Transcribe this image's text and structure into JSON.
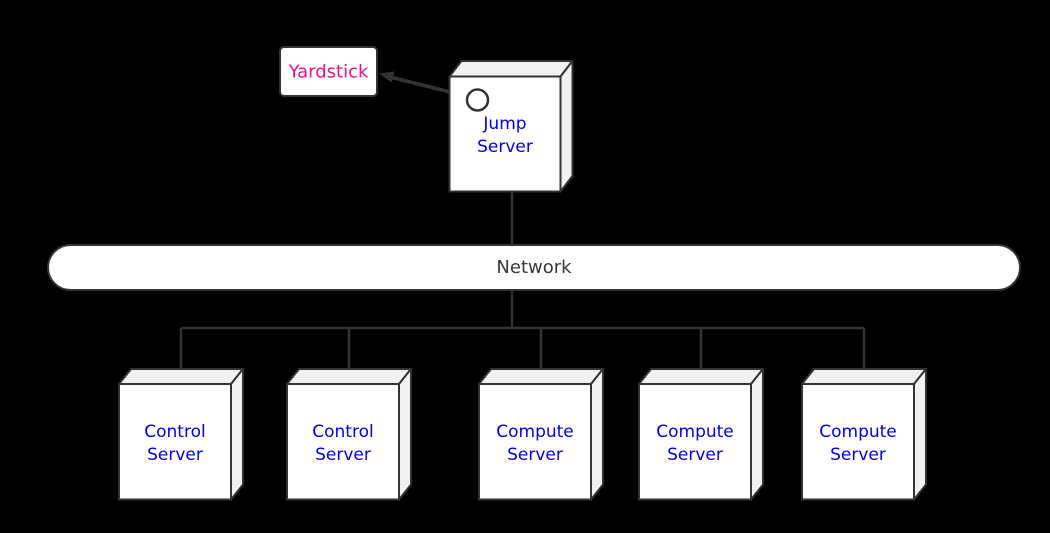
{
  "diagram": {
    "background": "#000000",
    "colors": {
      "outline": "#333333",
      "box_face": "#ffffff",
      "box_shade": "#f1f1f1",
      "server_label": "#0000e6",
      "yardstick_label": "#ee1289",
      "network_label": "#383838"
    },
    "yardstick": {
      "label": "Yardstick"
    },
    "jump_server": {
      "label_line1": "Jump",
      "label_line2": "Server"
    },
    "network": {
      "label": "Network"
    },
    "servers": [
      {
        "label_line1": "Control",
        "label_line2": "Server"
      },
      {
        "label_line1": "Control",
        "label_line2": "Server"
      },
      {
        "label_line1": "Compute",
        "label_line2": "Server"
      },
      {
        "label_line1": "Compute",
        "label_line2": "Server"
      },
      {
        "label_line1": "Compute",
        "label_line2": "Server"
      }
    ]
  }
}
